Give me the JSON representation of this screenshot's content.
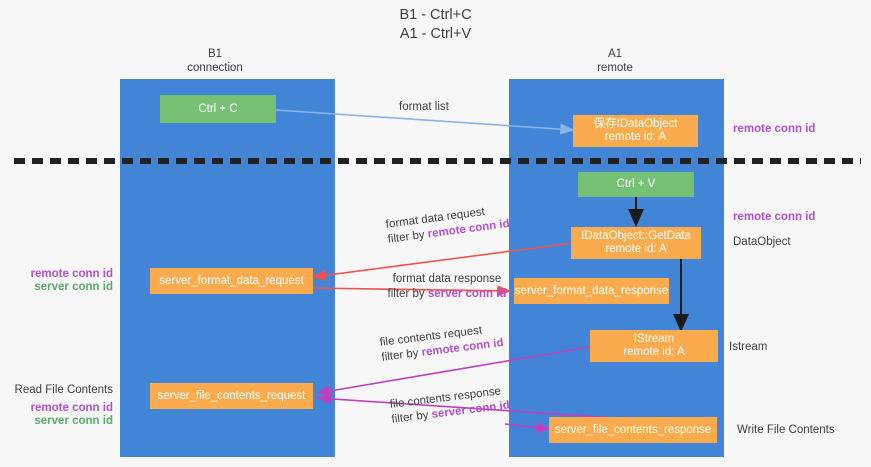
{
  "title": {
    "line1": "B1 - Ctrl+C",
    "line2": "A1 - Ctrl+V"
  },
  "columns": [
    {
      "name": "B1",
      "sub": "connection"
    },
    {
      "name": "A1",
      "sub": "remote"
    }
  ],
  "nodes": {
    "ctrl_c": {
      "label": "Ctrl + C"
    },
    "ctrl_v": {
      "label": "Ctrl + V"
    },
    "save_dataobject": {
      "line1": "保存IDataObject",
      "line2": "remote id: A"
    },
    "getdata": {
      "line1": "IDataObject::GetData",
      "line2": "remote id: A"
    },
    "istream": {
      "line1": "IStream",
      "line2": "remote id: A"
    },
    "fmt_req": {
      "label": "server_format_data_request"
    },
    "fmt_resp": {
      "label": "server_format_data_response"
    },
    "file_req": {
      "label": "server_file_contents_request"
    },
    "file_resp": {
      "label": "server_file_contents_response"
    }
  },
  "edges": {
    "format_list": {
      "text": "format list"
    },
    "fmt_data_req": {
      "text": "format data request",
      "filter_prefix": "filter by ",
      "filter_key": "remote conn id"
    },
    "fmt_data_resp": {
      "text": "format data response",
      "filter_prefix": "filter by ",
      "filter_key": "server conn id"
    },
    "file_req_edge": {
      "text": "file contents request",
      "filter_prefix": "filter by ",
      "filter_key": "remote conn id"
    },
    "file_resp_edge": {
      "text": "file contents response",
      "filter_prefix": "filter by ",
      "filter_key": "server conn id"
    }
  },
  "annotations": {
    "remote_conn_top": "remote conn id",
    "remote_conn_middle": "remote conn id",
    "dataobject": "DataObject",
    "istream": "Istream",
    "write_file": "Write File Contents",
    "read_file": "Read File Contents",
    "left_remote_1": "remote conn id",
    "left_server_1": "server conn id",
    "left_remote_2": "remote conn id",
    "left_server_2": "server conn id"
  },
  "colors": {
    "band": "#4285d6",
    "node_orange": "#f9ab4e",
    "node_green": "#76c176",
    "purple": "#b44fd0",
    "green_text": "#59ac6a",
    "red_arrow": "#ef5350",
    "blue_arrow": "#8ab4e8",
    "magenta": "#c council"
  }
}
